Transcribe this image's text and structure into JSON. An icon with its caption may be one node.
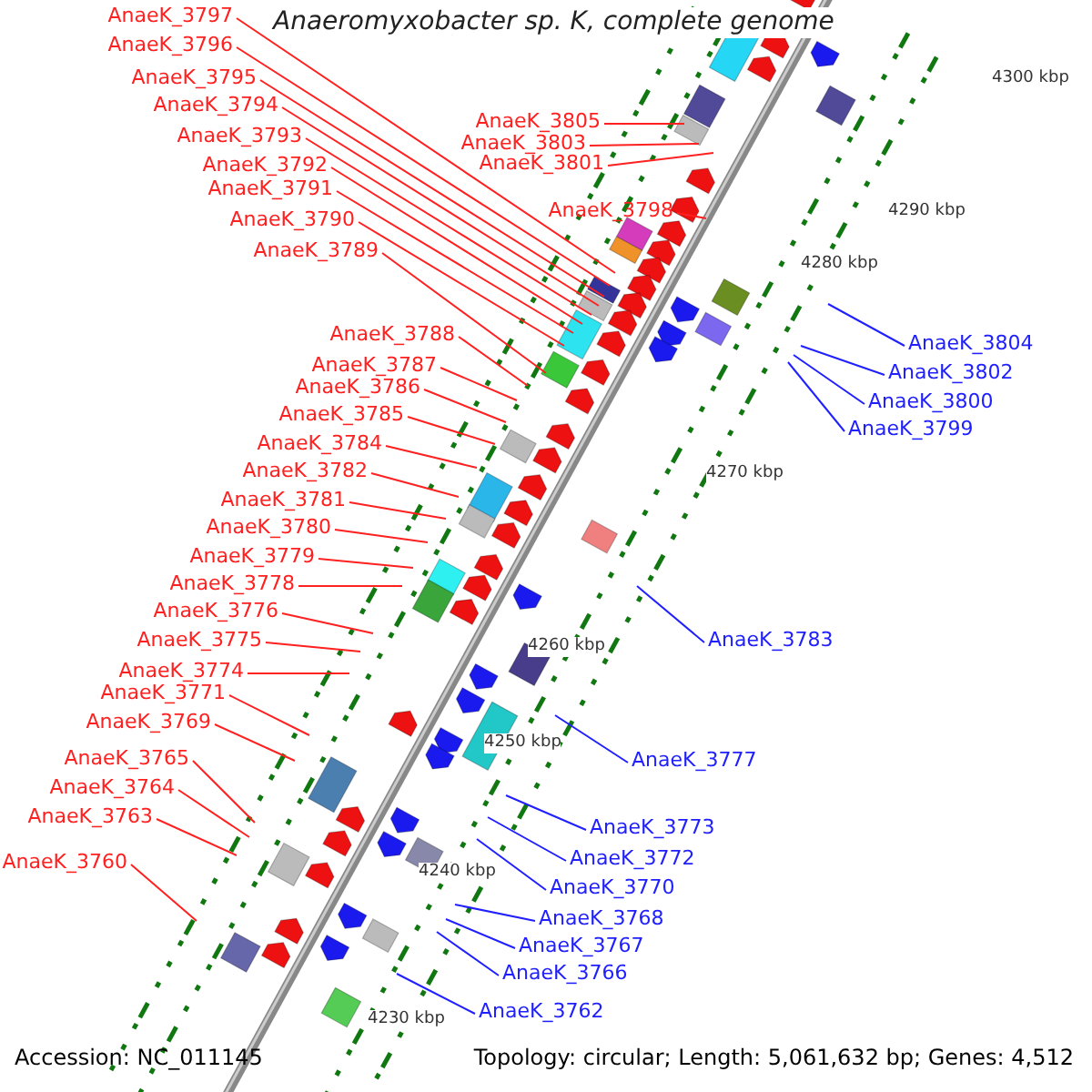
{
  "diagram": {
    "title": "Anaeromyxobacter sp. K, complete genome",
    "nodes": [
      {
        "text": [
          "AnaeK_3797"
        ]
      },
      {
        "text": [
          "AnaeK_3796"
        ]
      },
      {
        "text": [
          "AnaeK_3795"
        ]
      },
      {
        "text": [
          "AnaeK_3794"
        ]
      },
      {
        "text": [
          "AnaeK_3805"
        ]
      },
      {
        "text": [
          "AnaeK_3793"
        ]
      },
      {
        "text": [
          "AnaeK_3803"
        ]
      },
      {
        "text": [
          "AnaeK_3792"
        ]
      },
      {
        "text": [
          "AnaeK_3801"
        ]
      },
      {
        "text": [
          "AnaeK_3791"
        ]
      },
      {
        "text": [
          "AnaeK_3798"
        ]
      },
      {
        "text": [
          "AnaeK_3790"
        ]
      },
      {
        "text": [
          "AnaeK_3789"
        ]
      },
      {
        "text": [
          "AnaeK_3788"
        ]
      },
      {
        "text": [
          "AnaeK_3804"
        ]
      },
      {
        "text": [
          "AnaeK_3787"
        ]
      },
      {
        "text": [
          "AnaeK_3802"
        ]
      },
      {
        "text": [
          "AnaeK_3786"
        ]
      },
      {
        "text": [
          "AnaeK_3800"
        ]
      },
      {
        "text": [
          "AnaeK_3785"
        ]
      },
      {
        "text": [
          "AnaeK_3799"
        ]
      },
      {
        "text": [
          "AnaeK_3784"
        ]
      },
      {
        "text": [
          "AnaeK_3782"
        ]
      },
      {
        "text": [
          "AnaeK_3781"
        ]
      },
      {
        "text": [
          "AnaeK_3780"
        ]
      },
      {
        "text": [
          "AnaeK_3779"
        ]
      },
      {
        "text": [
          "AnaeK_3778"
        ]
      },
      {
        "text": [
          "AnaeK_3776"
        ]
      },
      {
        "text": [
          "AnaeK_3775"
        ]
      },
      {
        "text": [
          "AnaeK_3783"
        ]
      },
      {
        "text": [
          "AnaeK_3774"
        ]
      },
      {
        "text": [
          "AnaeK_3771"
        ]
      },
      {
        "text": [
          "AnaeK_3769"
        ]
      },
      {
        "text": [
          "AnaeK_3765"
        ]
      },
      {
        "text": [
          "AnaeK_3777"
        ]
      },
      {
        "text": [
          "AnaeK_3764"
        ]
      },
      {
        "text": [
          "AnaeK_3763"
        ]
      },
      {
        "text": [
          "AnaeK_3773"
        ]
      },
      {
        "text": [
          "AnaeK_3772"
        ]
      },
      {
        "text": [
          "AnaeK_3760"
        ]
      },
      {
        "text": [
          "AnaeK_3770"
        ]
      },
      {
        "text": [
          "AnaeK_3768"
        ]
      },
      {
        "text": [
          "AnaeK_3767"
        ]
      },
      {
        "text": [
          "AnaeK_3766"
        ]
      },
      {
        "text": [
          "AnaeK_3762"
        ]
      }
    ],
    "edges": [
      {
        "from": 0,
        "to": null,
        "arrow": "none"
      },
      {
        "from": 1,
        "to": null,
        "arrow": "none"
      },
      {
        "from": 2,
        "to": null,
        "arrow": "none"
      },
      {
        "from": 3,
        "to": null,
        "arrow": "none"
      },
      {
        "from": 4,
        "to": null,
        "arrow": "none"
      },
      {
        "from": 5,
        "to": null,
        "arrow": "none"
      },
      {
        "from": 6,
        "to": null,
        "arrow": "none"
      },
      {
        "from": 7,
        "to": null,
        "arrow": "none"
      },
      {
        "from": 8,
        "to": null,
        "arrow": "none"
      },
      {
        "from": 9,
        "to": null,
        "arrow": "none"
      },
      {
        "from": 10,
        "to": null,
        "arrow": "none"
      },
      {
        "from": 11,
        "to": null,
        "arrow": "none"
      },
      {
        "from": 12,
        "to": null,
        "arrow": "none"
      },
      {
        "from": 13,
        "to": null,
        "arrow": "none"
      },
      {
        "from": 14,
        "to": null,
        "arrow": "none",
        "color": "#2020ff"
      },
      {
        "from": 15,
        "to": null,
        "arrow": "none"
      },
      {
        "from": 16,
        "to": null,
        "arrow": "none",
        "color": "#2020ff"
      },
      {
        "from": 17,
        "to": null,
        "arrow": "none"
      },
      {
        "from": 18,
        "to": null,
        "arrow": "none",
        "color": "#2020ff"
      },
      {
        "from": 19,
        "to": null,
        "arrow": "none"
      },
      {
        "from": 20,
        "to": null,
        "arrow": "none",
        "color": "#2020ff"
      },
      {
        "from": 21,
        "to": null,
        "arrow": "none"
      },
      {
        "from": 22,
        "to": null,
        "arrow": "none"
      },
      {
        "from": 23,
        "to": null,
        "arrow": "none"
      },
      {
        "from": 24,
        "to": null,
        "arrow": "none"
      },
      {
        "from": 25,
        "to": null,
        "arrow": "none"
      },
      {
        "from": 26,
        "to": null,
        "arrow": "none"
      },
      {
        "from": 27,
        "to": null,
        "arrow": "none"
      },
      {
        "from": 28,
        "to": null,
        "arrow": "none"
      },
      {
        "from": 29,
        "to": null,
        "arrow": "none",
        "color": "#2020ff"
      },
      {
        "from": 30,
        "to": null,
        "arrow": "none"
      },
      {
        "from": 31,
        "to": null,
        "arrow": "none"
      },
      {
        "from": 32,
        "to": null,
        "arrow": "none"
      },
      {
        "from": 33,
        "to": null,
        "arrow": "none"
      },
      {
        "from": 34,
        "to": null,
        "arrow": "none",
        "color": "#2020ff"
      },
      {
        "from": 35,
        "to": null,
        "arrow": "none"
      },
      {
        "from": 36,
        "to": null,
        "arrow": "none"
      },
      {
        "from": 37,
        "to": null,
        "arrow": "none",
        "color": "#2020ff"
      },
      {
        "from": 38,
        "to": null,
        "arrow": "none",
        "color": "#2020ff"
      },
      {
        "from": 39,
        "to": null,
        "arrow": "none"
      },
      {
        "from": 40,
        "to": null,
        "arrow": "none",
        "color": "#2020ff"
      },
      {
        "from": 41,
        "to": null,
        "arrow": "none",
        "color": "#2020ff"
      },
      {
        "from": 42,
        "to": null,
        "arrow": "none",
        "color": "#2020ff"
      },
      {
        "from": 43,
        "to": null,
        "arrow": "none",
        "color": "#2020ff"
      },
      {
        "from": 44,
        "to": null,
        "arrow": "none",
        "color": "#2020ff"
      }
    ],
    "labels": [
      "4300 kbp",
      "4290 kbp",
      "4280 kbp",
      "4270 kbp",
      "4260 kbp",
      "4250 kbp",
      "4240 kbp",
      "4230 kbp",
      "Accession: NC_011145",
      "Topology: circular; Length: 5,061,632 bp; Genes: 4,512"
    ]
  }
}
